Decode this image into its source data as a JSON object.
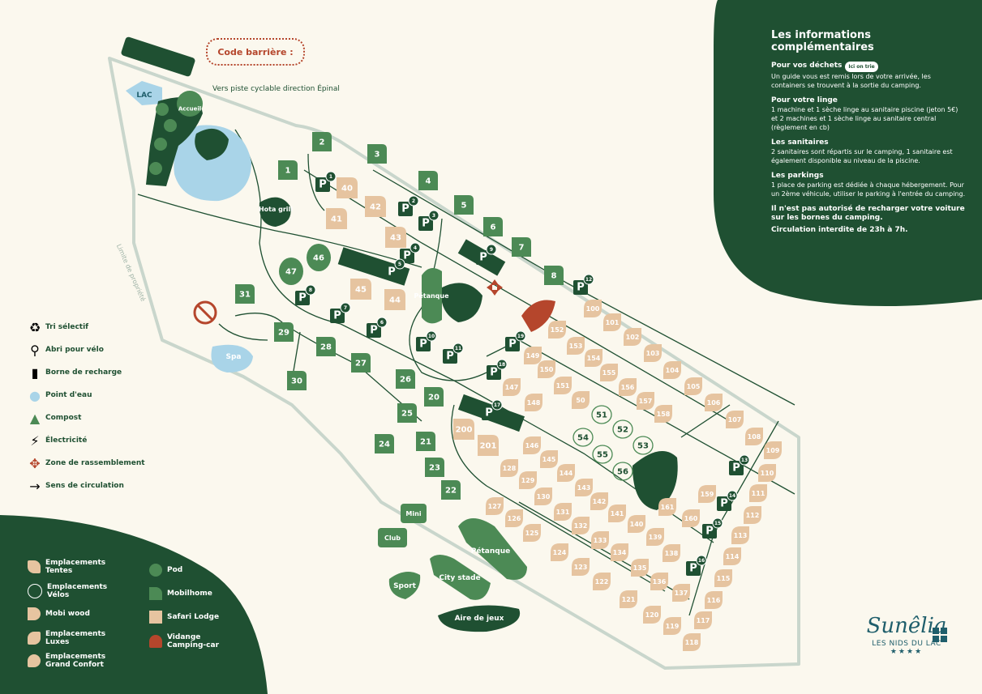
{
  "colors": {
    "dark_green": "#1f5032",
    "mid_green": "#4c8a55",
    "beige": "#e6c4a0",
    "lake": "#a9d4e8",
    "rust": "#b5462c",
    "bg": "#fbf8ee"
  },
  "header": {
    "code_barriere": "Code barrière :",
    "piste": "Vers piste cyclable direction Épinal",
    "limite": "Limite de propriété"
  },
  "info": {
    "title": "Les informations complémentaires",
    "items": [
      {
        "icon": "bin-icon",
        "title": "Pour vos déchets",
        "tag": "Ici on trie",
        "text": "Un guide vous est remis lors de votre arrivée, les containers se trouvent à la sortie du camping."
      },
      {
        "icon": "washing-machine-icon",
        "title": "Pour votre linge",
        "text": "1 machine et 1 sèche linge au sanitaire piscine (jeton 5€) et 2 machines et 1 sèche linge au sanitaire central (règlement en cb)"
      },
      {
        "icon": "shower-icon",
        "title": "Les sanitaires",
        "text": "2 sanitaires sont répartis sur le camping, 1 sanitaire est également disponible au niveau de la piscine."
      },
      {
        "icon": "car-icon",
        "title": "Les parkings",
        "text": "1 place de parking est dédiée à chaque hébergement. Pour un 2ème véhicule, utiliser le parking à l'entrée du camping."
      }
    ],
    "note1": "Il n'est pas autorisé de recharger votre voiture sur les bornes du camping.",
    "note2": "Circulation interdite de 23h à 7h."
  },
  "legend": [
    {
      "icon": "recycle-icon",
      "label": "Tri sélectif"
    },
    {
      "icon": "bike-icon",
      "label": "Abri pour vélo"
    },
    {
      "icon": "charger-icon",
      "label": "Borne de recharge"
    },
    {
      "icon": "water-point-icon",
      "label": "Point d'eau"
    },
    {
      "icon": "compost-icon",
      "label": "Compost"
    },
    {
      "icon": "lightning-icon",
      "label": "Électricité"
    },
    {
      "icon": "gathering-icon",
      "label": "Zone de rassemblement"
    },
    {
      "icon": "arrow-icon",
      "label": "Sens de circulation"
    }
  ],
  "legend2": [
    {
      "label": "Emplacements Tentes"
    },
    {
      "label": "Emplacements Vélos"
    },
    {
      "label": "Mobi wood"
    },
    {
      "label": "Emplacements Luxes"
    },
    {
      "label": "Emplacements Grand Confort"
    },
    {
      "label": "Pod"
    },
    {
      "label": "Mobilhome"
    },
    {
      "label": "Safari Lodge"
    },
    {
      "label": "Vidange Camping-car"
    }
  ],
  "places": {
    "lac": "LAC",
    "accueil": "Accueil",
    "hota": "Hota grill",
    "spa": "Spa",
    "petanque1": "Pétanque",
    "petanque2": "Pétanque",
    "city": "City stade",
    "sport": "Sport",
    "aire": "Aire de jeux",
    "mini": "Mini",
    "club": "Club"
  },
  "plots": {
    "mobil": [
      "1",
      "2",
      "3",
      "4",
      "5",
      "6",
      "7",
      "8",
      "21",
      "22",
      "23",
      "24",
      "25",
      "26",
      "27",
      "28",
      "29",
      "30",
      "31",
      "20"
    ],
    "pods": [
      "46",
      "47"
    ],
    "tents": [
      "40",
      "41",
      "42",
      "43",
      "44",
      "45",
      "200",
      "201"
    ],
    "luxe": [
      "100",
      "101",
      "102",
      "103",
      "104",
      "105",
      "106",
      "107",
      "108",
      "109",
      "110",
      "111",
      "112",
      "113",
      "114",
      "115",
      "116",
      "117",
      "118",
      "119",
      "120",
      "121",
      "122",
      "123",
      "124",
      "125",
      "126",
      "127",
      "128",
      "129",
      "130",
      "131",
      "132",
      "133",
      "134",
      "135",
      "136",
      "137",
      "138",
      "139",
      "140",
      "141",
      "142",
      "143",
      "144",
      "145",
      "146",
      "147",
      "148",
      "149",
      "150",
      "151",
      "152",
      "153",
      "154",
      "155",
      "156",
      "157",
      "158",
      "159",
      "160",
      "161",
      "50"
    ],
    "velo": [
      "51",
      "52",
      "53",
      "54",
      "55",
      "56"
    ]
  },
  "parkings": [
    "1",
    "2",
    "3",
    "4",
    "5",
    "6",
    "7",
    "8",
    "9",
    "10",
    "11",
    "12",
    "13",
    "14",
    "15",
    "16",
    "17",
    "18",
    "19"
  ],
  "brand": {
    "name": "Sunêlia",
    "sub": "LES NIDS DU LAC",
    "stars": "★★★★"
  }
}
